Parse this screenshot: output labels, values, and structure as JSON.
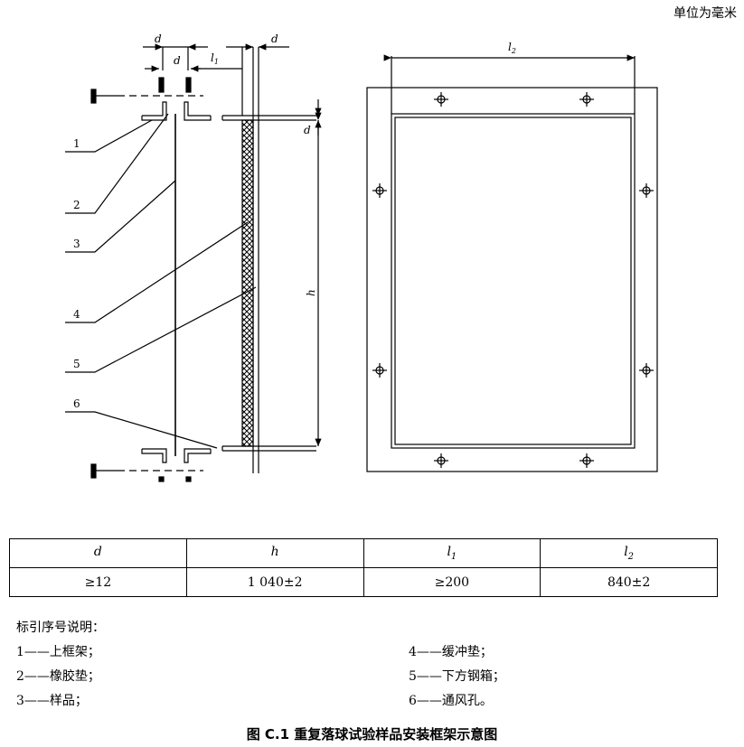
{
  "unit_note": "单位为毫米",
  "dimension_labels": {
    "d": "d",
    "l1": "l",
    "l1_sub": "1",
    "l2": "l",
    "l2_sub": "2",
    "h": "h"
  },
  "callouts": [
    "1",
    "2",
    "3",
    "4",
    "5",
    "6"
  ],
  "table": {
    "headers": [
      {
        "main": "d",
        "sub": ""
      },
      {
        "main": "h",
        "sub": ""
      },
      {
        "main": "l",
        "sub": "1"
      },
      {
        "main": "l",
        "sub": "2"
      }
    ],
    "values": [
      "≥12",
      "1 040±2",
      "≥200",
      "840±2"
    ]
  },
  "legend": {
    "title": "标引序号说明：",
    "items": [
      "1——上框架；",
      "2——橡胶垫；",
      "3——样品；",
      "4——缓冲垫；",
      "5——下方钢箱；",
      "6——通风孔。"
    ]
  },
  "caption": "图 C.1   重复落球试验样品安装框架示意图"
}
